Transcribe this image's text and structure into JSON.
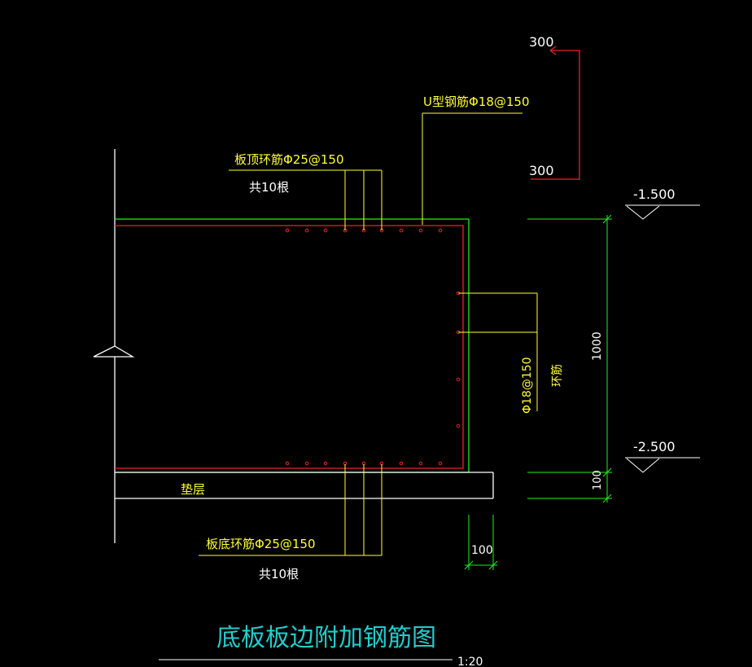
{
  "labels": {
    "u_rebar": "U型钢筋Φ18@150",
    "top_ring": "板顶环筋Φ25@150",
    "top_count": "共10根",
    "bottom_ring": "板底环筋Φ25@150",
    "bottom_count": "共10根",
    "cushion": "垫层",
    "side_rebar": "Φ18@150",
    "side_ring": "环筋"
  },
  "dimensions": {
    "top_300": "300",
    "bottom_300": "300",
    "thickness": "1000",
    "cushion_thickness": "100",
    "offset_100": "100"
  },
  "elevations": {
    "top": "-1.500",
    "bottom": "-2.500"
  },
  "title": {
    "text": "底板板边附加钢筋图",
    "scale": "1:20"
  },
  "colors": {
    "background": "#000000",
    "white": "#ffffff",
    "green": "#22ee22",
    "red": "#ee2222",
    "yellow": "#ffff33",
    "cyan": "#22cccc"
  }
}
